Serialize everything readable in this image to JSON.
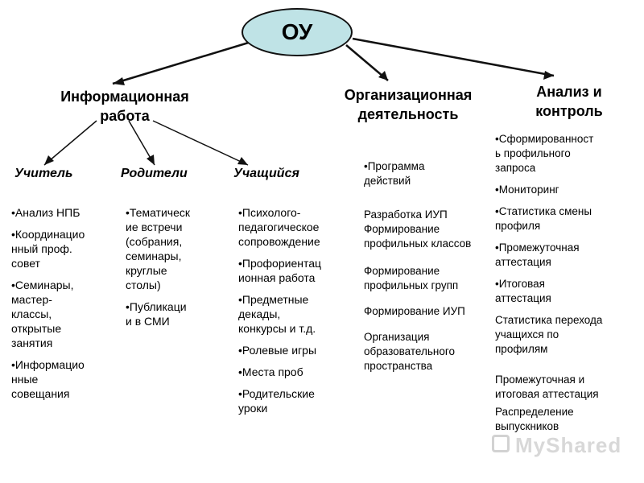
{
  "root": {
    "label": "ОУ"
  },
  "branches": {
    "info": {
      "title": "Информационная\nработа"
    },
    "org": {
      "title": "Организационная\nдеятельность"
    },
    "control": {
      "title": "Анализ и\nконтроль"
    }
  },
  "subs": {
    "teacher": "Учитель",
    "parents": "Родители",
    "student": "Учащийся"
  },
  "teacher_items": [
    "•Анализ НПБ",
    "•Координацио\nнный проф.\nсовет",
    "•Семинары,\nмастер-\nклассы,\nоткрытые\nзанятия",
    "•Информацио\nнные\nсовещания"
  ],
  "parents_items": [
    "•Тематическ\nие встречи\n(собрания,\nсеминары,\nкруглые\nстолы)",
    "•Публикаци\nи в СМИ"
  ],
  "student_items": [
    "•Психолого-\nпедагогическое\nсопровождение",
    "•Профориентац\nионная работа",
    "•Предметные\nдекады,\nконкурсы и т.д.",
    "•Ролевые игры",
    "•Места проб",
    "•Родительские\nуроки"
  ],
  "org_items": [
    "•Программа\nдействий",
    "Разработка ИУП\n Формирование\nпрофильных классов",
    " Формирование\nпрофильных групп",
    " Формирование ИУП",
    " Организация\nобразовательного\nпространства"
  ],
  "control_items": [
    "•Сформированност\nь профильного\nзапроса",
    "•Мониторинг",
    "•Статистика смены\nпрофиля",
    "•Промежуточная\nаттестация",
    "•Итоговая\nаттестация",
    "Статистика перехода\nучащихся по\nпрофилям",
    " Промежуточная и\nитоговая аттестация",
    "Распределение\nвыпускников"
  ],
  "watermark": {
    "text": "MyShared"
  },
  "colors": {
    "root_fill": "#bfe3e6",
    "line": "#111111"
  }
}
